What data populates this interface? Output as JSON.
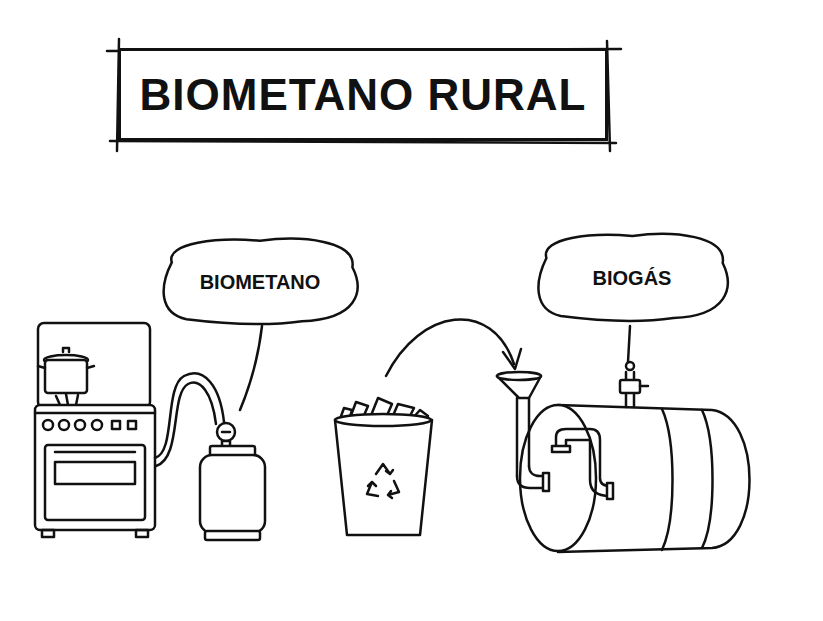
{
  "diagram": {
    "title": "BIOMETANO RURAL",
    "nodes": [
      {
        "text": [
          "BIOMETANO"
        ]
      },
      {
        "text": [
          "BIOGÁS"
        ]
      }
    ]
  }
}
